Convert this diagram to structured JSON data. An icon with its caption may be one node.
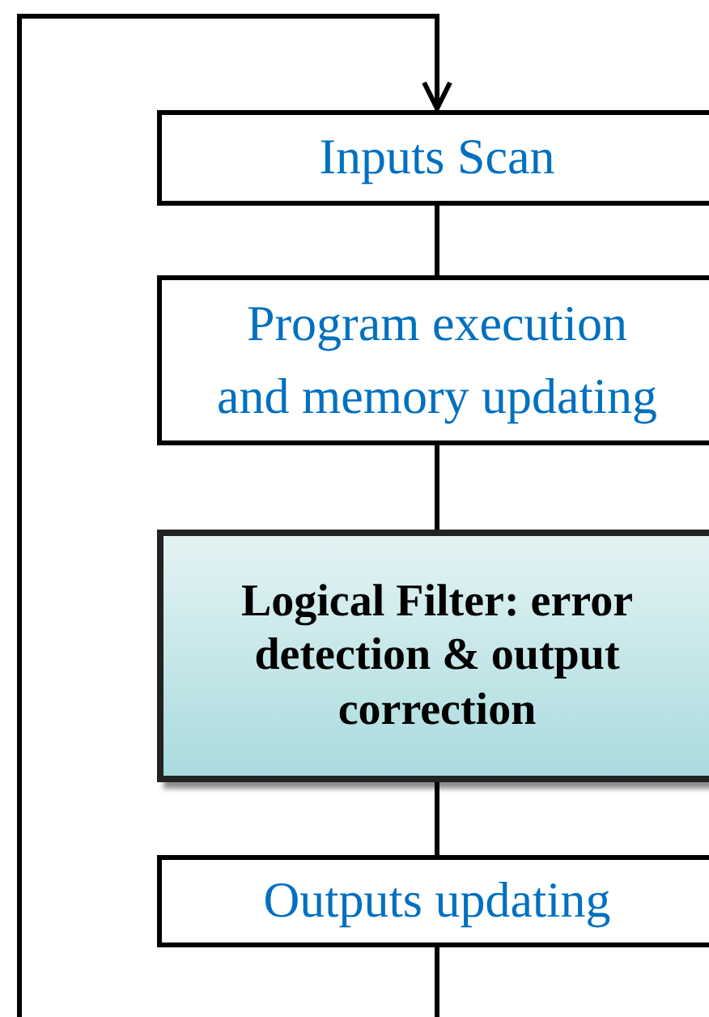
{
  "diagram": {
    "nodes": [
      {
        "text": [
          "Inputs Scan"
        ]
      },
      {
        "text": [
          "Program execution and memory updating"
        ]
      },
      {
        "text": [
          "Logical Filter: error detection & output correction"
        ]
      },
      {
        "text": [
          "Outputs updating"
        ]
      }
    ],
    "edges": [
      {
        "from": 0,
        "to": 1,
        "arrow": "none"
      },
      {
        "from": 1,
        "to": 2,
        "arrow": "none"
      },
      {
        "from": 2,
        "to": 3,
        "arrow": "none"
      },
      {
        "from": 3,
        "to": 0,
        "arrow": "to"
      }
    ]
  }
}
